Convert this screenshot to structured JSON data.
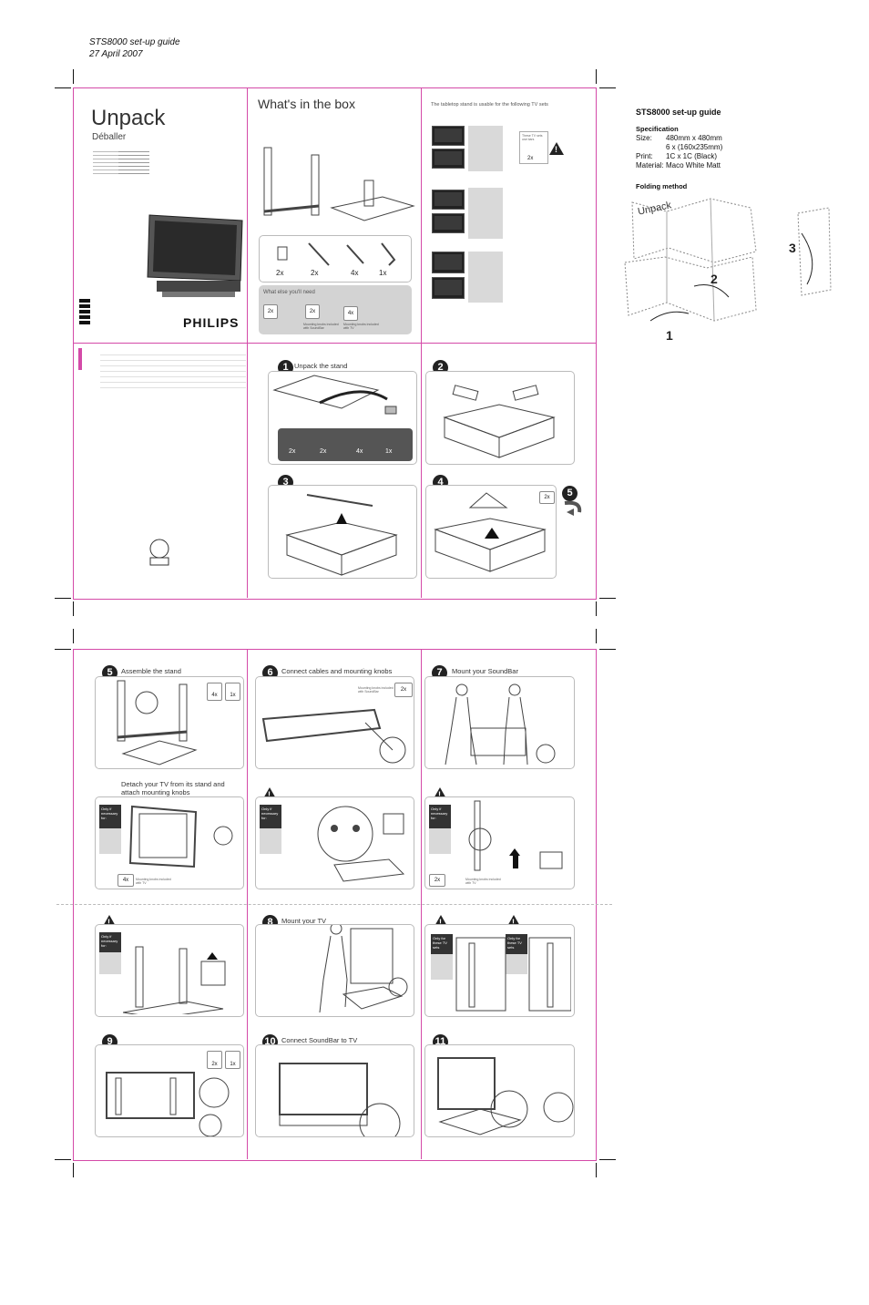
{
  "header": {
    "line1": "STS8000 set-up guide",
    "line2": "27 April 2007"
  },
  "cover": {
    "title": "Unpack",
    "subtitle": "Déballer",
    "brand": "PHILIPS"
  },
  "whats_in_box": {
    "title": "What's in the box",
    "parts": [
      "2x",
      "2x",
      "4x",
      "1x"
    ],
    "else_title": "What else you'll need",
    "else_items": [
      "2x",
      "2x",
      "4x"
    ],
    "else_note1": "Mounting knobs included with SoundBar",
    "else_note2": "Mounting knobs included with TV"
  },
  "tv_sets": {
    "intro": "The tabletop stand is usable for the following TV sets",
    "note": "These TV sets use bars",
    "count": "2x"
  },
  "spec": {
    "title": "STS8000 set-up guide",
    "spec_heading": "Specification",
    "size_label": "Size:",
    "size_value1": "480mm x 480mm",
    "size_value2": "6 x (160x235mm)",
    "print_label": "Print:",
    "print_value": "1C x 1C (Black)",
    "material_label": "Material:",
    "material_value": "Maco White Matt",
    "folding_heading": "Folding method",
    "fold_word": "Unpack",
    "fold_steps": [
      "1",
      "2",
      "3"
    ]
  },
  "steps": {
    "s1": {
      "num": "1",
      "caption": "Unpack the stand",
      "parts": [
        "2x",
        "2x",
        "4x",
        "1x"
      ]
    },
    "s2": {
      "num": "2"
    },
    "s3": {
      "num": "3"
    },
    "s4": {
      "num": "4"
    },
    "s5": {
      "num": "5",
      "count": "2x"
    },
    "a5": {
      "num": "5",
      "caption": "Assemble the stand",
      "counts": [
        "4x",
        "1x"
      ]
    },
    "a6": {
      "num": "6",
      "caption": "Connect cables and mounting knobs",
      "count": "2x",
      "note": "Mounting knobs included with SoundBar"
    },
    "a7": {
      "num": "7",
      "caption": "Mount your SoundBar"
    },
    "detach": {
      "caption1": "Detach your TV from its stand and",
      "caption2": "attach mounting knobs",
      "box": "Only if necessary for:",
      "count": "4x",
      "note": "Mounting knobs included with TV"
    },
    "warn2": {
      "box": "Only if necessary for:"
    },
    "warn3": {
      "box": "Only if necessary for:",
      "count": "2x",
      "note": "Mounting knobs included with TV"
    },
    "warn4": {
      "box": "Only if necessary for:"
    },
    "a8": {
      "num": "8",
      "caption": "Mount your TV"
    },
    "only_these1": {
      "box": "Only for these TV sets"
    },
    "only_these2": {
      "box": "Only for these TV sets"
    },
    "a9": {
      "num": "9",
      "counts": [
        "2x",
        "1x"
      ]
    },
    "a10": {
      "num": "10",
      "caption": "Connect SoundBar to TV"
    },
    "a11": {
      "num": "11"
    }
  }
}
